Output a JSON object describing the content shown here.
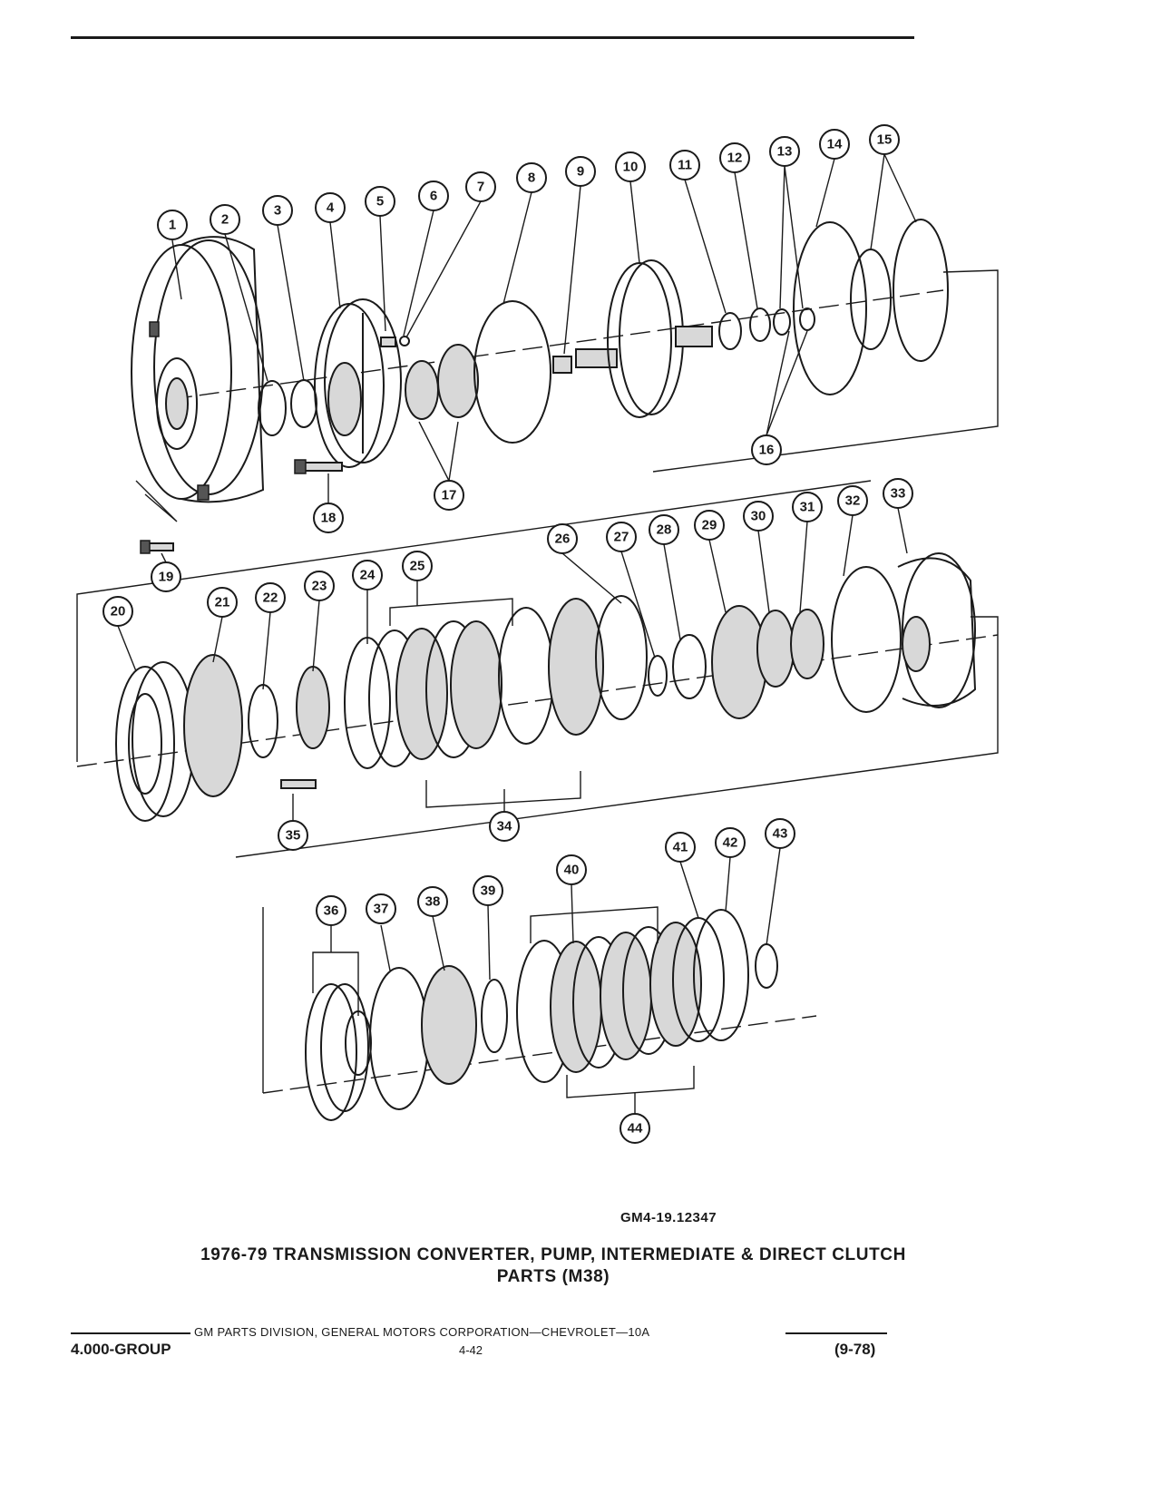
{
  "figure": {
    "id_code": "GM4-19.12347",
    "caption_line1": "1976-79 TRANSMISSION CONVERTER, PUMP, INTERMEDIATE & DIRECT CLUTCH",
    "caption_line2": "PARTS (M38)"
  },
  "callouts": [
    "1",
    "2",
    "3",
    "4",
    "5",
    "6",
    "7",
    "8",
    "9",
    "10",
    "11",
    "12",
    "13",
    "14",
    "15",
    "16",
    "17",
    "18",
    "19",
    "20",
    "21",
    "22",
    "23",
    "24",
    "25",
    "26",
    "27",
    "28",
    "29",
    "30",
    "31",
    "32",
    "33",
    "34",
    "35",
    "36",
    "37",
    "38",
    "39",
    "40",
    "41",
    "42",
    "43",
    "44"
  ],
  "footer": {
    "publisher": "GM PARTS DIVISION, GENERAL MOTORS CORPORATION—CHEVROLET—10A",
    "group": "4.000-GROUP",
    "page": "4-42",
    "date": "(9-78)"
  }
}
